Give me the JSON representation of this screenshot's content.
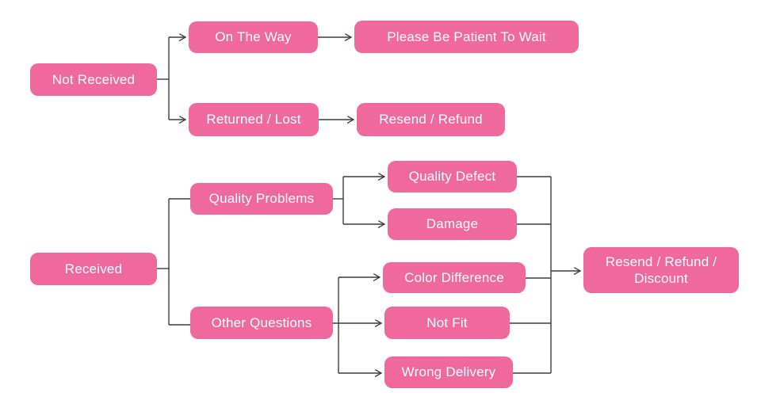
{
  "diagram": {
    "type": "flowchart",
    "colors": {
      "node_fill": "#f0699d",
      "node_text": "#fdfdfd",
      "line": "#3c3c3c",
      "background": "#ffffff"
    },
    "nodes": {
      "not_received": {
        "label": "Not Received"
      },
      "on_the_way": {
        "label": "On The Way"
      },
      "please_wait": {
        "label": "Please Be Patient To Wait"
      },
      "returned_lost": {
        "label": "Returned / Lost"
      },
      "resend_refund": {
        "label": "Resend / Refund"
      },
      "received": {
        "label": "Received"
      },
      "quality_problems": {
        "label": "Quality Problems"
      },
      "quality_defect": {
        "label": "Quality Defect"
      },
      "damage": {
        "label": "Damage"
      },
      "color_difference": {
        "label": "Color Difference"
      },
      "not_fit": {
        "label": "Not Fit"
      },
      "wrong_delivery": {
        "label": "Wrong Delivery"
      },
      "resend_refund_discount": {
        "label": "Resend / Refund / Discount"
      }
    },
    "edges": [
      {
        "from": "Not Received",
        "to": "On The Way",
        "arrow": true
      },
      {
        "from": "Not Received",
        "to": "Returned / Lost",
        "arrow": true
      },
      {
        "from": "On The Way",
        "to": "Please Be Patient To Wait",
        "arrow": true
      },
      {
        "from": "Returned / Lost",
        "to": "Resend / Refund",
        "arrow": true
      },
      {
        "from": "Received",
        "to": "Quality Problems",
        "arrow": false
      },
      {
        "from": "Received",
        "to": "Other Questions",
        "arrow": false
      },
      {
        "from": "Quality Problems",
        "to": "Quality Defect",
        "arrow": true
      },
      {
        "from": "Quality Problems",
        "to": "Damage",
        "arrow": true
      },
      {
        "from": "Other Questions",
        "to": "Color Difference",
        "arrow": true
      },
      {
        "from": "Other Questions",
        "to": "Not Fit",
        "arrow": true
      },
      {
        "from": "Other Questions",
        "to": "Wrong Delivery",
        "arrow": true
      },
      {
        "from": "Quality Defect",
        "to": "Resend / Refund / Discount",
        "arrow": true
      },
      {
        "from": "Damage",
        "to": "Resend / Refund / Discount",
        "arrow": true
      },
      {
        "from": "Color Difference",
        "to": "Resend / Refund / Discount",
        "arrow": true
      },
      {
        "from": "Not Fit",
        "to": "Resend / Refund / Discount",
        "arrow": true
      },
      {
        "from": "Wrong Delivery",
        "to": "Resend / Refund / Discount",
        "arrow": true
      }
    ],
    "other_questions": {
      "label": "Other Questions"
    }
  }
}
